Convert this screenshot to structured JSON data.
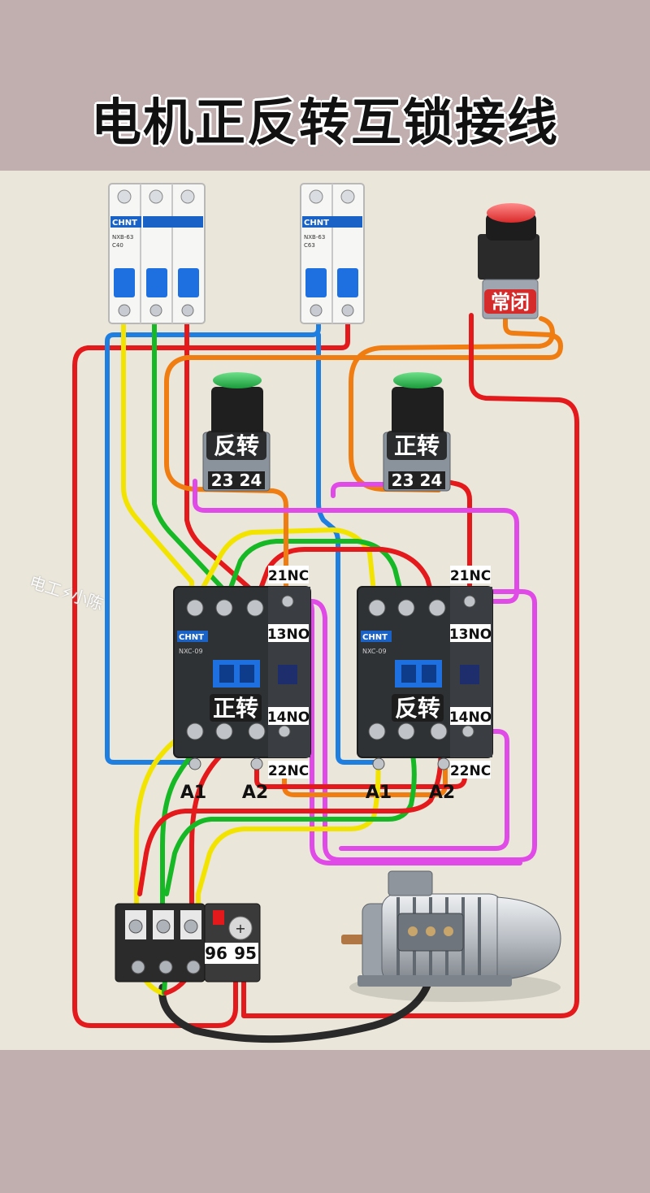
{
  "title": "电机正反转互锁接线",
  "watermark": {
    "text": "电工⚡小陈"
  },
  "breakers": [
    {
      "brand": "CHNT",
      "model": "NXB-63",
      "rating": "C40",
      "poles": 3
    },
    {
      "brand": "CHNT",
      "model": "NXB-63",
      "rating": "C63",
      "poles": 2
    }
  ],
  "buttons": {
    "stop": {
      "label": "常闭",
      "cap_color": "#e3333a"
    },
    "reverse": {
      "label": "反转",
      "terminals": "23 24",
      "cap_color": "#21b14b"
    },
    "forward": {
      "label": "正转",
      "terminals": "23 24",
      "cap_color": "#21b14b"
    }
  },
  "contactors": [
    {
      "brand": "CHNT",
      "model": "NXC-09",
      "label": "正转",
      "nc_top": "21NC",
      "no_top": "13NO",
      "no_bottom": "14NO",
      "nc_bottom": "22NC",
      "coil_a1": "A1",
      "coil_a2": "A2"
    },
    {
      "brand": "CHNT",
      "model": "NXC-09",
      "label": "反转",
      "nc_top": "21NC",
      "no_top": "13NO",
      "no_bottom": "14NO",
      "nc_bottom": "22NC",
      "coil_a1": "A1",
      "coil_a2": "A2"
    }
  ],
  "overload_relay": {
    "t96": "96",
    "t95": "95"
  },
  "wire_colors": {
    "yellow": "#f2e400",
    "green": "#17b825",
    "red": "#e3191c",
    "blue": "#1f7fe0",
    "orange": "#f07d12",
    "magenta": "#e04ae6",
    "black": "#2a2a2a"
  }
}
